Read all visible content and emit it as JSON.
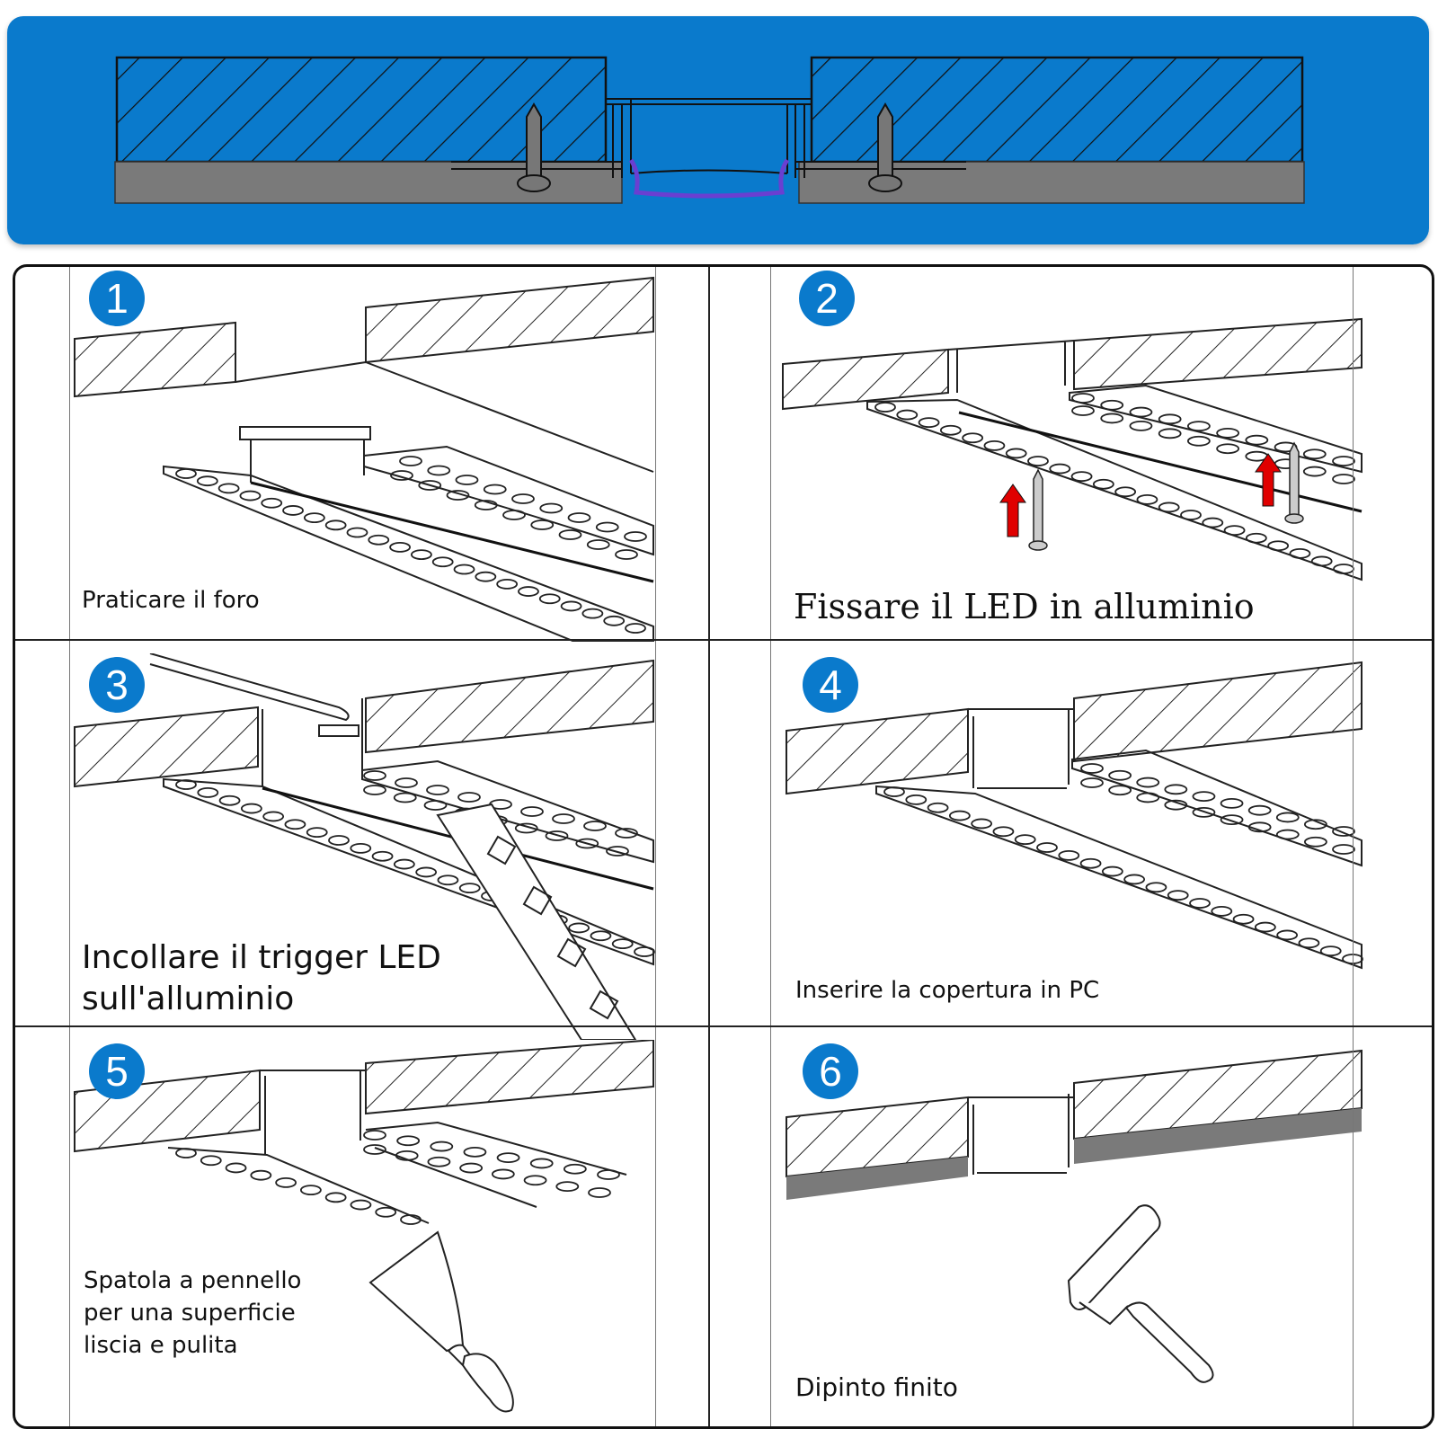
{
  "banner": {
    "background": "#0a7acc",
    "plaster": "#7a7a7a",
    "strip": "#6a3fd1"
  },
  "accent": "#0a7acc",
  "arrow_color": "#e00000",
  "steps": [
    {
      "number": "1",
      "caption": "Praticare il foro"
    },
    {
      "number": "2",
      "caption": "Fissare il LED in alluminio"
    },
    {
      "number": "3",
      "caption": "Incollare il trigger LED\nsull'alluminio"
    },
    {
      "number": "4",
      "caption": "Inserire la copertura in PC"
    },
    {
      "number": "5",
      "caption": "Spatola a pennello\nper una superficie\nliscia e pulita"
    },
    {
      "number": "6",
      "caption": "Dipinto finito"
    }
  ]
}
